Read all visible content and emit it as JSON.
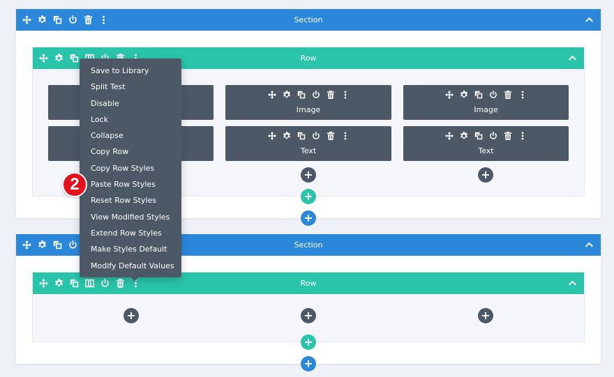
{
  "sections": [
    {
      "title": "Section",
      "row": {
        "title": "Row",
        "modules": [
          {
            "label": ""
          },
          {
            "label": "Image"
          },
          {
            "label": "Image"
          },
          {
            "label": ""
          },
          {
            "label": "Text"
          },
          {
            "label": "Text"
          }
        ]
      }
    },
    {
      "title": "Section",
      "row": {
        "title": "Row"
      }
    }
  ],
  "context_menu": {
    "items": [
      "Save to Library",
      "Split Test",
      "Disable",
      "Lock",
      "Collapse",
      "Copy Row",
      "Copy Row Styles",
      "Paste Row Styles",
      "Reset Row Styles",
      "View Modified Styles",
      "Extend Row Styles",
      "Make Styles Default",
      "Modify Default Values"
    ]
  },
  "step_badge": {
    "number": "2"
  },
  "colors": {
    "section_header": "#2b87da",
    "row_header": "#29c4a9",
    "module": "#4c5866",
    "menu": "#4c5866",
    "badge": "#e5101b"
  }
}
